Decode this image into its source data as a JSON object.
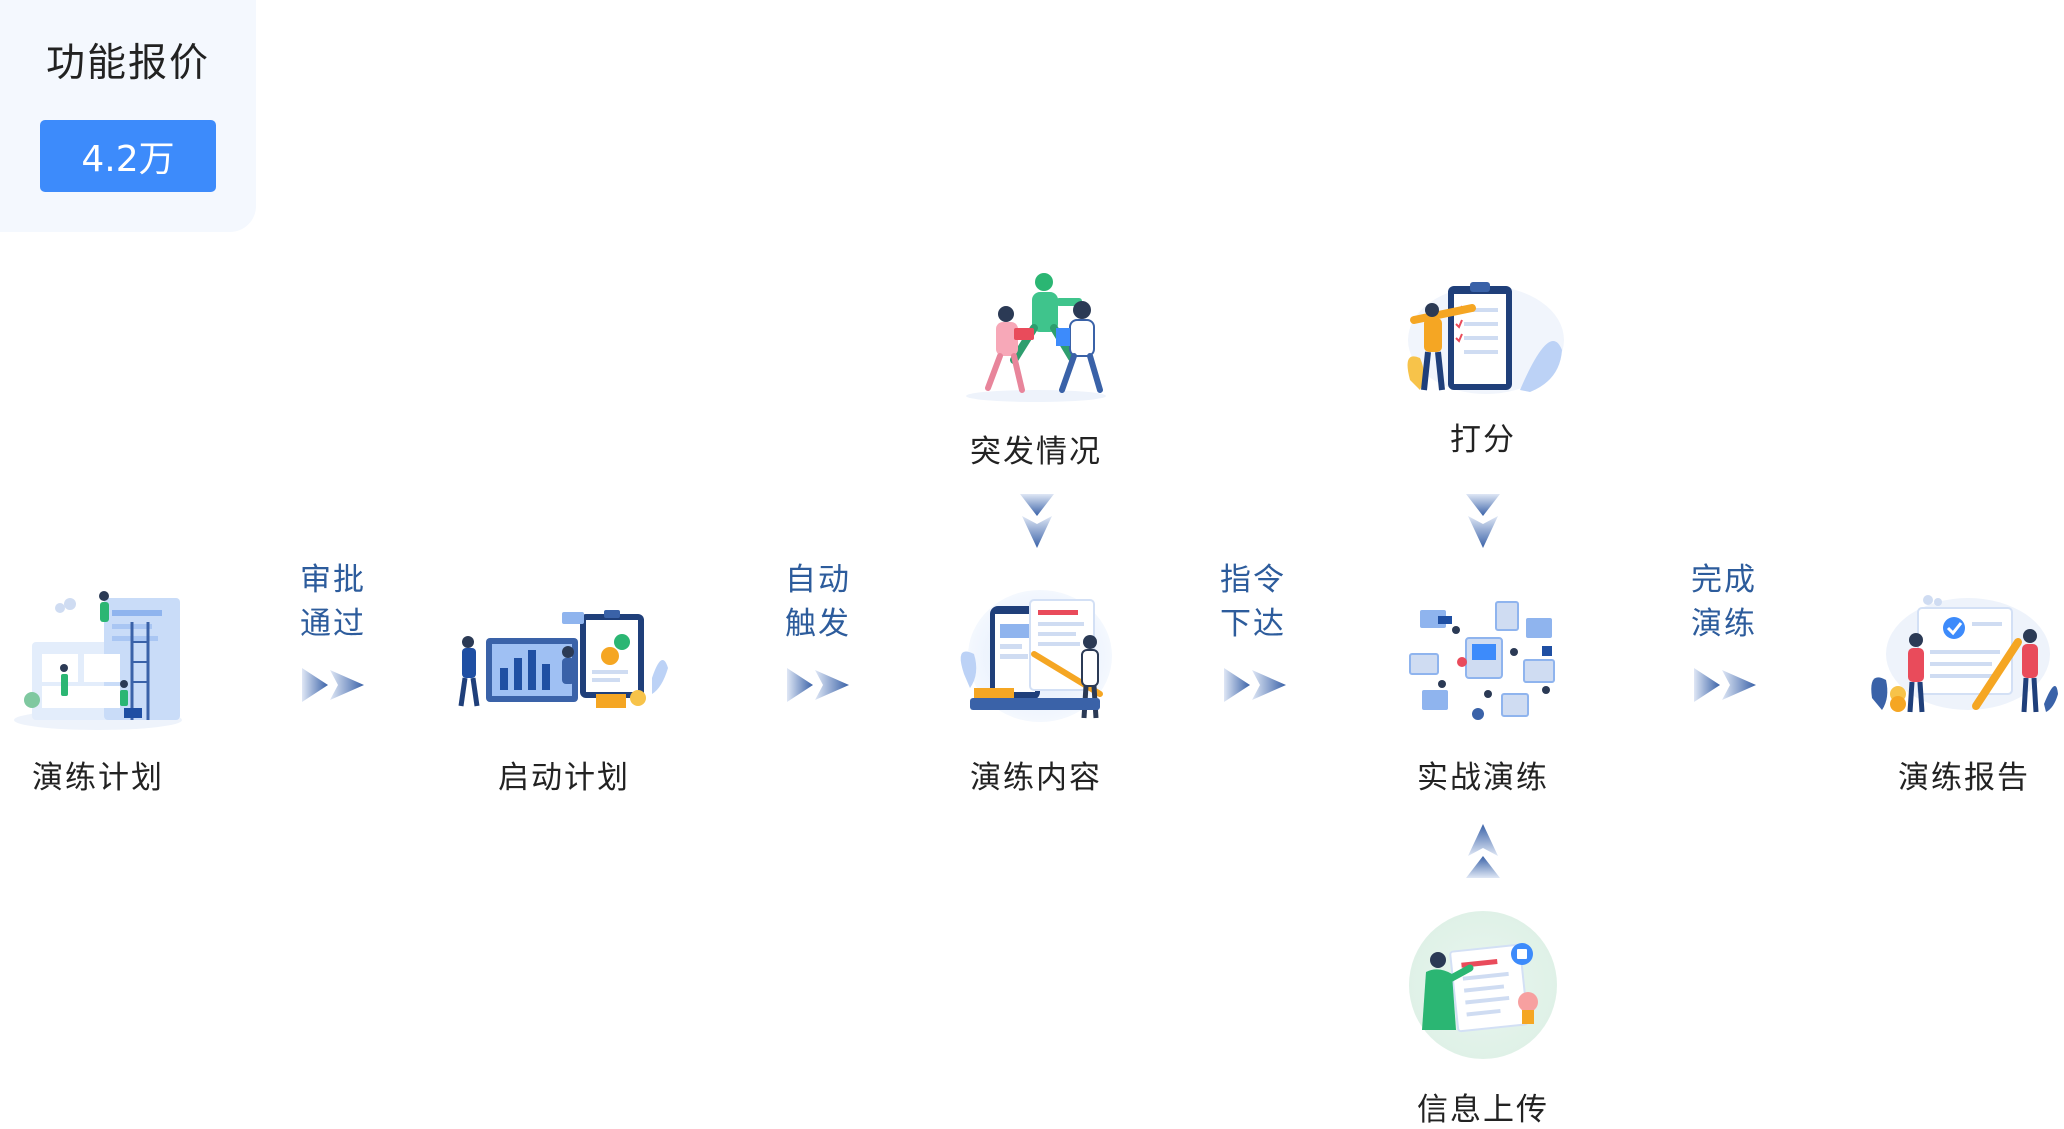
{
  "price": {
    "title": "功能报价",
    "amount": "4.2万"
  },
  "nodes": {
    "plan": "演练计划",
    "start": "启动计划",
    "content": "演练内容",
    "emergency": "突发情况",
    "combat": "实战演练",
    "score": "打分",
    "upload": "信息上传",
    "report": "演练报告"
  },
  "edges": {
    "approve": [
      "审批",
      "通过"
    ],
    "auto": [
      "自动",
      "触发"
    ],
    "command": [
      "指令",
      "下达"
    ],
    "complete": [
      "完成",
      "演练"
    ]
  },
  "colors": {
    "accent": "#3d8bfb",
    "edge_text": "#2d5c9c",
    "arrow": "#3a62a8"
  }
}
